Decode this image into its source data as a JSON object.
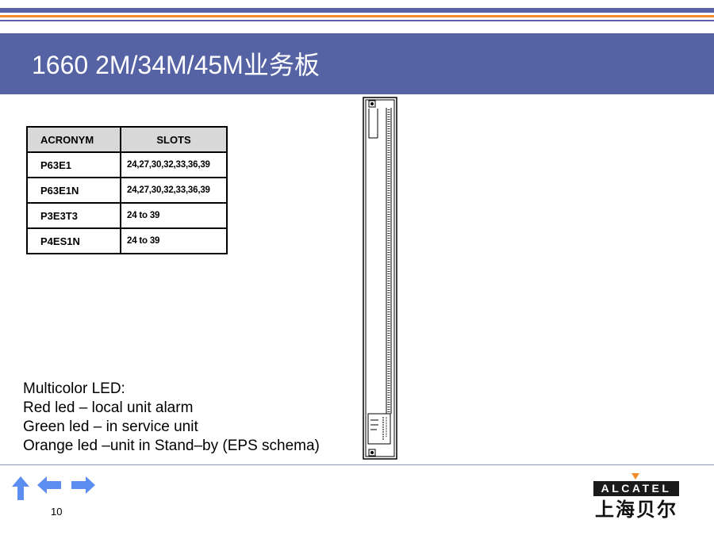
{
  "slide": {
    "title": "1660 2M/34M/45M业务板",
    "page_number": "10"
  },
  "table": {
    "headers": [
      "ACRONYM",
      "SLOTS"
    ],
    "rows": [
      {
        "acronym": "P63E1",
        "slots": "24,27,30,32,33,36,39"
      },
      {
        "acronym": "P63E1N",
        "slots": "24,27,30,32,33,36,39"
      },
      {
        "acronym": "P3E3T3",
        "slots": "24 to 39"
      },
      {
        "acronym": "P4ES1N",
        "slots": "24 to 39"
      }
    ]
  },
  "led_notes": [
    "Multicolor LED:",
    "Red led – local unit alarm",
    "Green led – in service unit",
    "Orange led –unit in Stand–by (EPS schema)"
  ],
  "logo": {
    "wordmark": "ALCATEL",
    "chinese": "上海贝尔"
  },
  "icons": {
    "nav_up": "arrow-up-icon",
    "nav_left": "arrow-left-icon",
    "nav_right": "arrow-right-icon"
  },
  "colors": {
    "title_bar": "#5563a5",
    "stripe_blue": "#5a63a8",
    "stripe_orange": "#f28c28",
    "nav_arrow": "#5b8ef0"
  }
}
